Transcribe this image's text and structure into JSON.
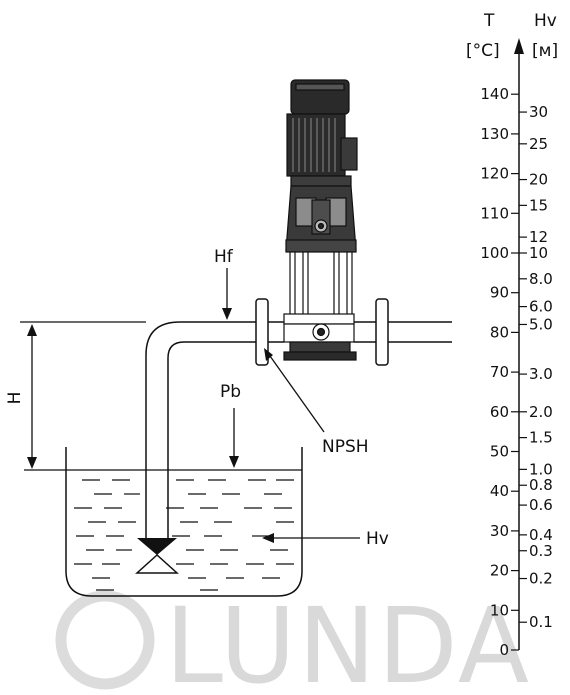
{
  "labels": {
    "hf": "Hf",
    "h": "H",
    "pb": "Pb",
    "npsh": "NPSH",
    "hv": "Hv"
  },
  "scale": {
    "t_title": "T",
    "t_unit": "[°C]",
    "hv_title": "Hv",
    "hv_unit": "[м]",
    "temps": [
      {
        "label": "140",
        "value": 140
      },
      {
        "label": "130",
        "value": 130
      },
      {
        "label": "120",
        "value": 120
      },
      {
        "label": "110",
        "value": 110
      },
      {
        "label": "100",
        "value": 100
      },
      {
        "label": "90",
        "value": 90
      },
      {
        "label": "80",
        "value": 80
      },
      {
        "label": "70",
        "value": 70
      },
      {
        "label": "60",
        "value": 60
      },
      {
        "label": "50",
        "value": 50
      },
      {
        "label": "40",
        "value": 40
      },
      {
        "label": "30",
        "value": 30
      },
      {
        "label": "20",
        "value": 20
      },
      {
        "label": "10",
        "value": 10
      },
      {
        "label": "0",
        "value": 0
      }
    ],
    "heads": [
      {
        "label": "30",
        "temp": 135.5
      },
      {
        "label": "25",
        "temp": 127.5
      },
      {
        "label": "20",
        "temp": 118.5
      },
      {
        "label": "15",
        "temp": 112
      },
      {
        "label": "12",
        "temp": 104
      },
      {
        "label": "10",
        "temp": 100
      },
      {
        "label": "8.0",
        "temp": 93.5
      },
      {
        "label": "6.0",
        "temp": 86.5
      },
      {
        "label": "5.0",
        "temp": 82
      },
      {
        "label": "3.0",
        "temp": 69.5
      },
      {
        "label": "2.0",
        "temp": 60
      },
      {
        "label": "1.5",
        "temp": 53.5
      },
      {
        "label": "1.0",
        "temp": 45.5
      },
      {
        "label": "0.8",
        "temp": 41.5
      },
      {
        "label": "0.6",
        "temp": 36.5
      },
      {
        "label": "0.4",
        "temp": 29
      },
      {
        "label": "0.3",
        "temp": 25
      },
      {
        "label": "0.2",
        "temp": 18
      },
      {
        "label": "0.1",
        "temp": 7
      }
    ]
  },
  "watermark": "LUNDA"
}
